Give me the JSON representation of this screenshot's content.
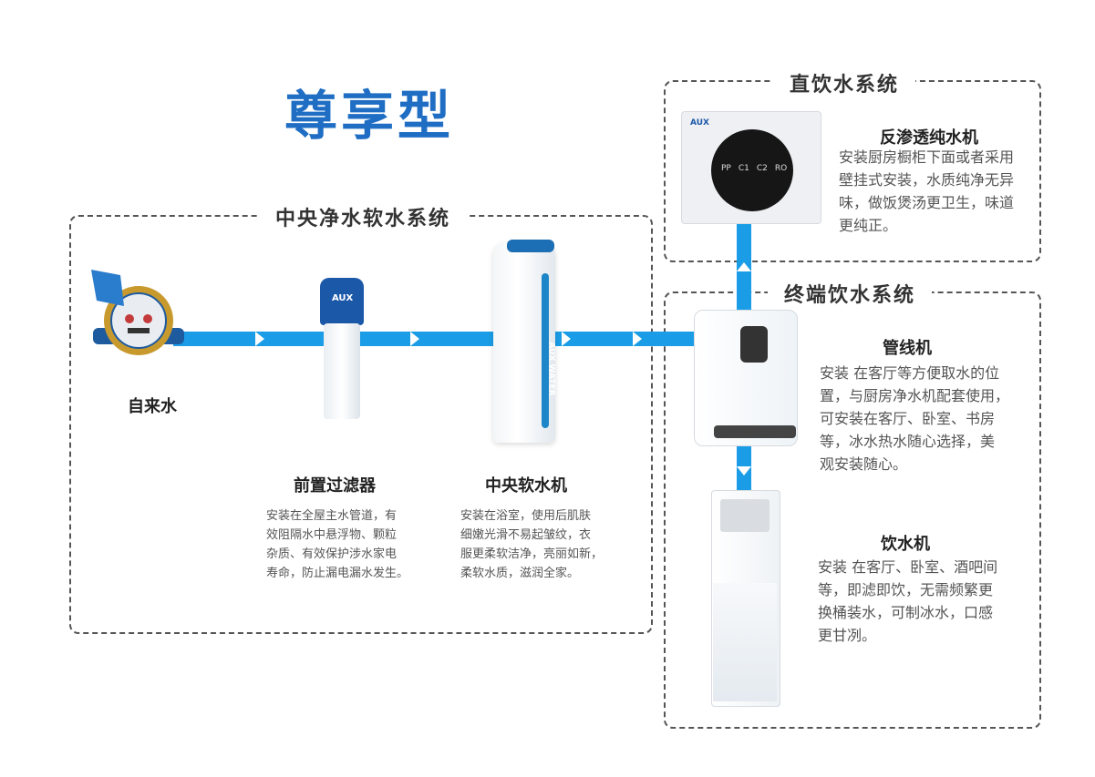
{
  "title": "尊享型",
  "sections": {
    "central": "中央净水软水系统",
    "direct": "直饮水系统",
    "terminal": "终端饮水系统"
  },
  "products": {
    "tap_water": {
      "name": "自来水"
    },
    "pre_filter": {
      "name": "前置过滤器",
      "lines": [
        "安装在全屋主水管道，有",
        "效阻隔水中悬浮物、颗粒",
        "杂质、有效保护涉水家电",
        "寿命，防止漏电漏水发生。"
      ]
    },
    "softener": {
      "name": "中央软水机",
      "lines": [
        "安装在浴室，使用后肌肤",
        "细嫩光滑不易起皱纹，衣",
        "服更柔软洁净，亮丽如新，",
        "柔软水质，滋润全家。"
      ]
    },
    "ro": {
      "name": "反渗透纯水机",
      "lines": [
        "安装厨房橱柜下面或者采用",
        "壁挂式安装，水质纯净无异",
        "味，做饭煲汤更卫生，味道",
        "更纯正。"
      ]
    },
    "pipeline": {
      "name": "管线机",
      "lines": [
        "安装 在客厅等方便取水的位",
        "置，与厨房净水机配套使用，",
        "可安装在客厅、卧室、书房",
        "等，冰水热水随心选择，美",
        "观安装随心。"
      ]
    },
    "dispenser": {
      "name": "饮水机",
      "lines": [
        "安装 在客厅、卧室、酒吧间",
        "等，即滤即饮，无需频繁更",
        "换桶装水，可制冰水，口感",
        "更甘冽。"
      ]
    }
  },
  "device_labels": {
    "brand": "AUX",
    "ro_stages": [
      "PP",
      "C1",
      "C2",
      "RO"
    ],
    "softener_text": "AUX WATER"
  },
  "colors": {
    "pipe": "#1a9de6",
    "title": "#1f6ec4",
    "brand": "#1c58a8"
  }
}
